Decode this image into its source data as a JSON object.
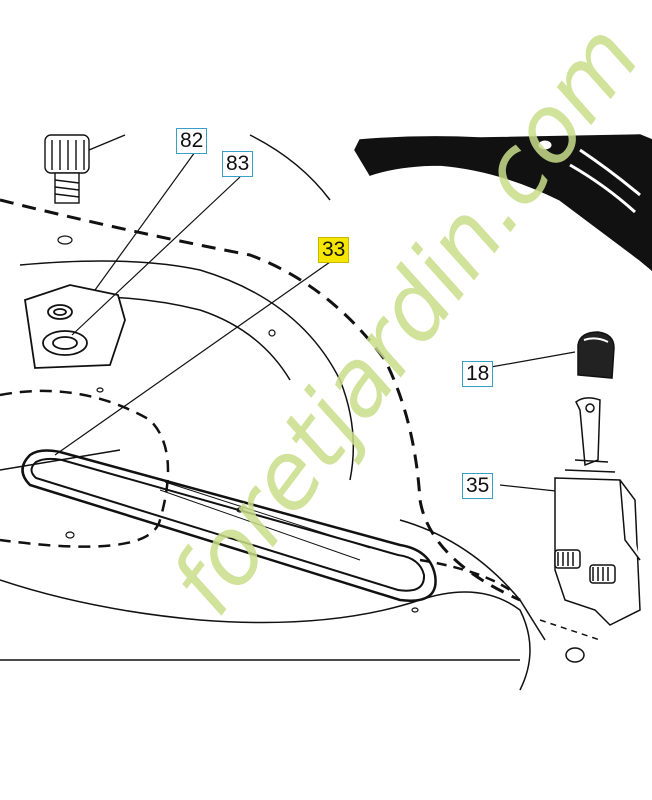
{
  "diagram": {
    "callouts": [
      {
        "id": "82",
        "label": "82",
        "highlight": false
      },
      {
        "id": "83",
        "label": "83",
        "highlight": false
      },
      {
        "id": "33",
        "label": "33",
        "highlight": true
      },
      {
        "id": "18",
        "label": "18",
        "highlight": false
      },
      {
        "id": "35",
        "label": "35",
        "highlight": false
      }
    ],
    "watermark": {
      "text": "foretjardin.com",
      "color_main": "#c9dd8a",
      "color_accent": "#e6b8a8",
      "color_com": "#c8c2b8"
    },
    "colors": {
      "line": "#111111",
      "callout_border": "#3aa0c8",
      "highlight": "#f4e600"
    }
  }
}
